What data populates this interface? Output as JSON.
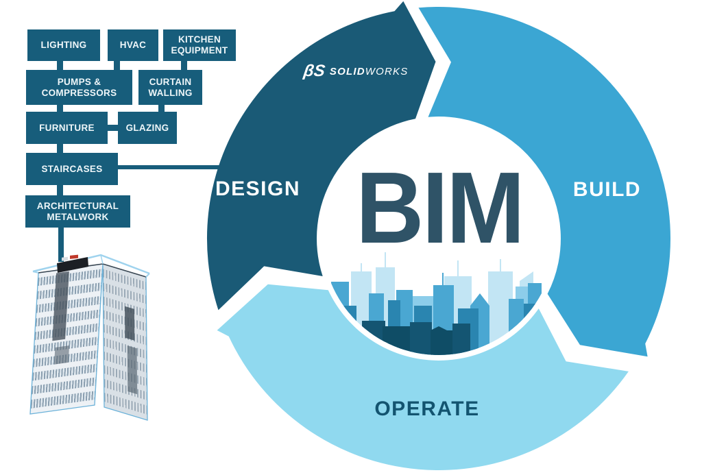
{
  "brand": {
    "glyph": "βS",
    "name_bold": "SOLID",
    "name_light": "WORKS"
  },
  "cycle": {
    "center": "BIM",
    "design": "DESIGN",
    "build": "BUILD",
    "operate": "OPERATE"
  },
  "components": [
    {
      "label": "LIGHTING"
    },
    {
      "label": "HVAC"
    },
    {
      "label": "KITCHEN EQUIPMENT"
    },
    {
      "label": "PUMPS & COMPRESSORS"
    },
    {
      "label": "CURTAIN WALLING"
    },
    {
      "label": "FURNITURE"
    },
    {
      "label": "GLAZING"
    },
    {
      "label": "STAIRCASES"
    },
    {
      "label": "ARCHITECTURAL METALWORK"
    }
  ],
  "colors": {
    "design_segment": "#1a5a76",
    "build_segment": "#3ba6d3",
    "operate_segment": "#90d9ef",
    "inner_circle": "#ffffff",
    "component_box": "#175d7b",
    "connector": "#175d7b",
    "bim_text": "#2f5367",
    "operate_text": "#135470",
    "segment_label_text": "#ffffff",
    "skyline_pale": "#c2e5f4",
    "skyline_light": "#8ccdea",
    "skyline_mid": "#4aa7d2",
    "skyline_deep": "#2a85b0",
    "skyline_dark": "#145572"
  }
}
